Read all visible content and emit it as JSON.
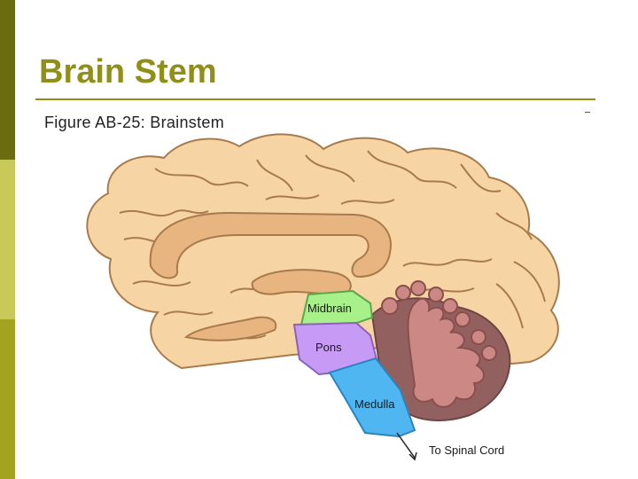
{
  "slide": {
    "title": "Brain Stem"
  },
  "figure": {
    "caption": "Figure AB-25: Brainstem",
    "labels": {
      "midbrain": "Midbrain",
      "pons": "Pons",
      "medulla": "Medulla",
      "spinal_cord": "To Spinal Cord"
    },
    "colors": {
      "cerebrum": "#f7d4a3",
      "corpus_callosum": "#e8b47f",
      "outline": "#a87b4d",
      "midbrain": "#a8f08a",
      "pons": "#c79af5",
      "medulla": "#4fb6f2",
      "cerebellum": "#936060",
      "arbor_vitae": "#cc8885"
    }
  }
}
